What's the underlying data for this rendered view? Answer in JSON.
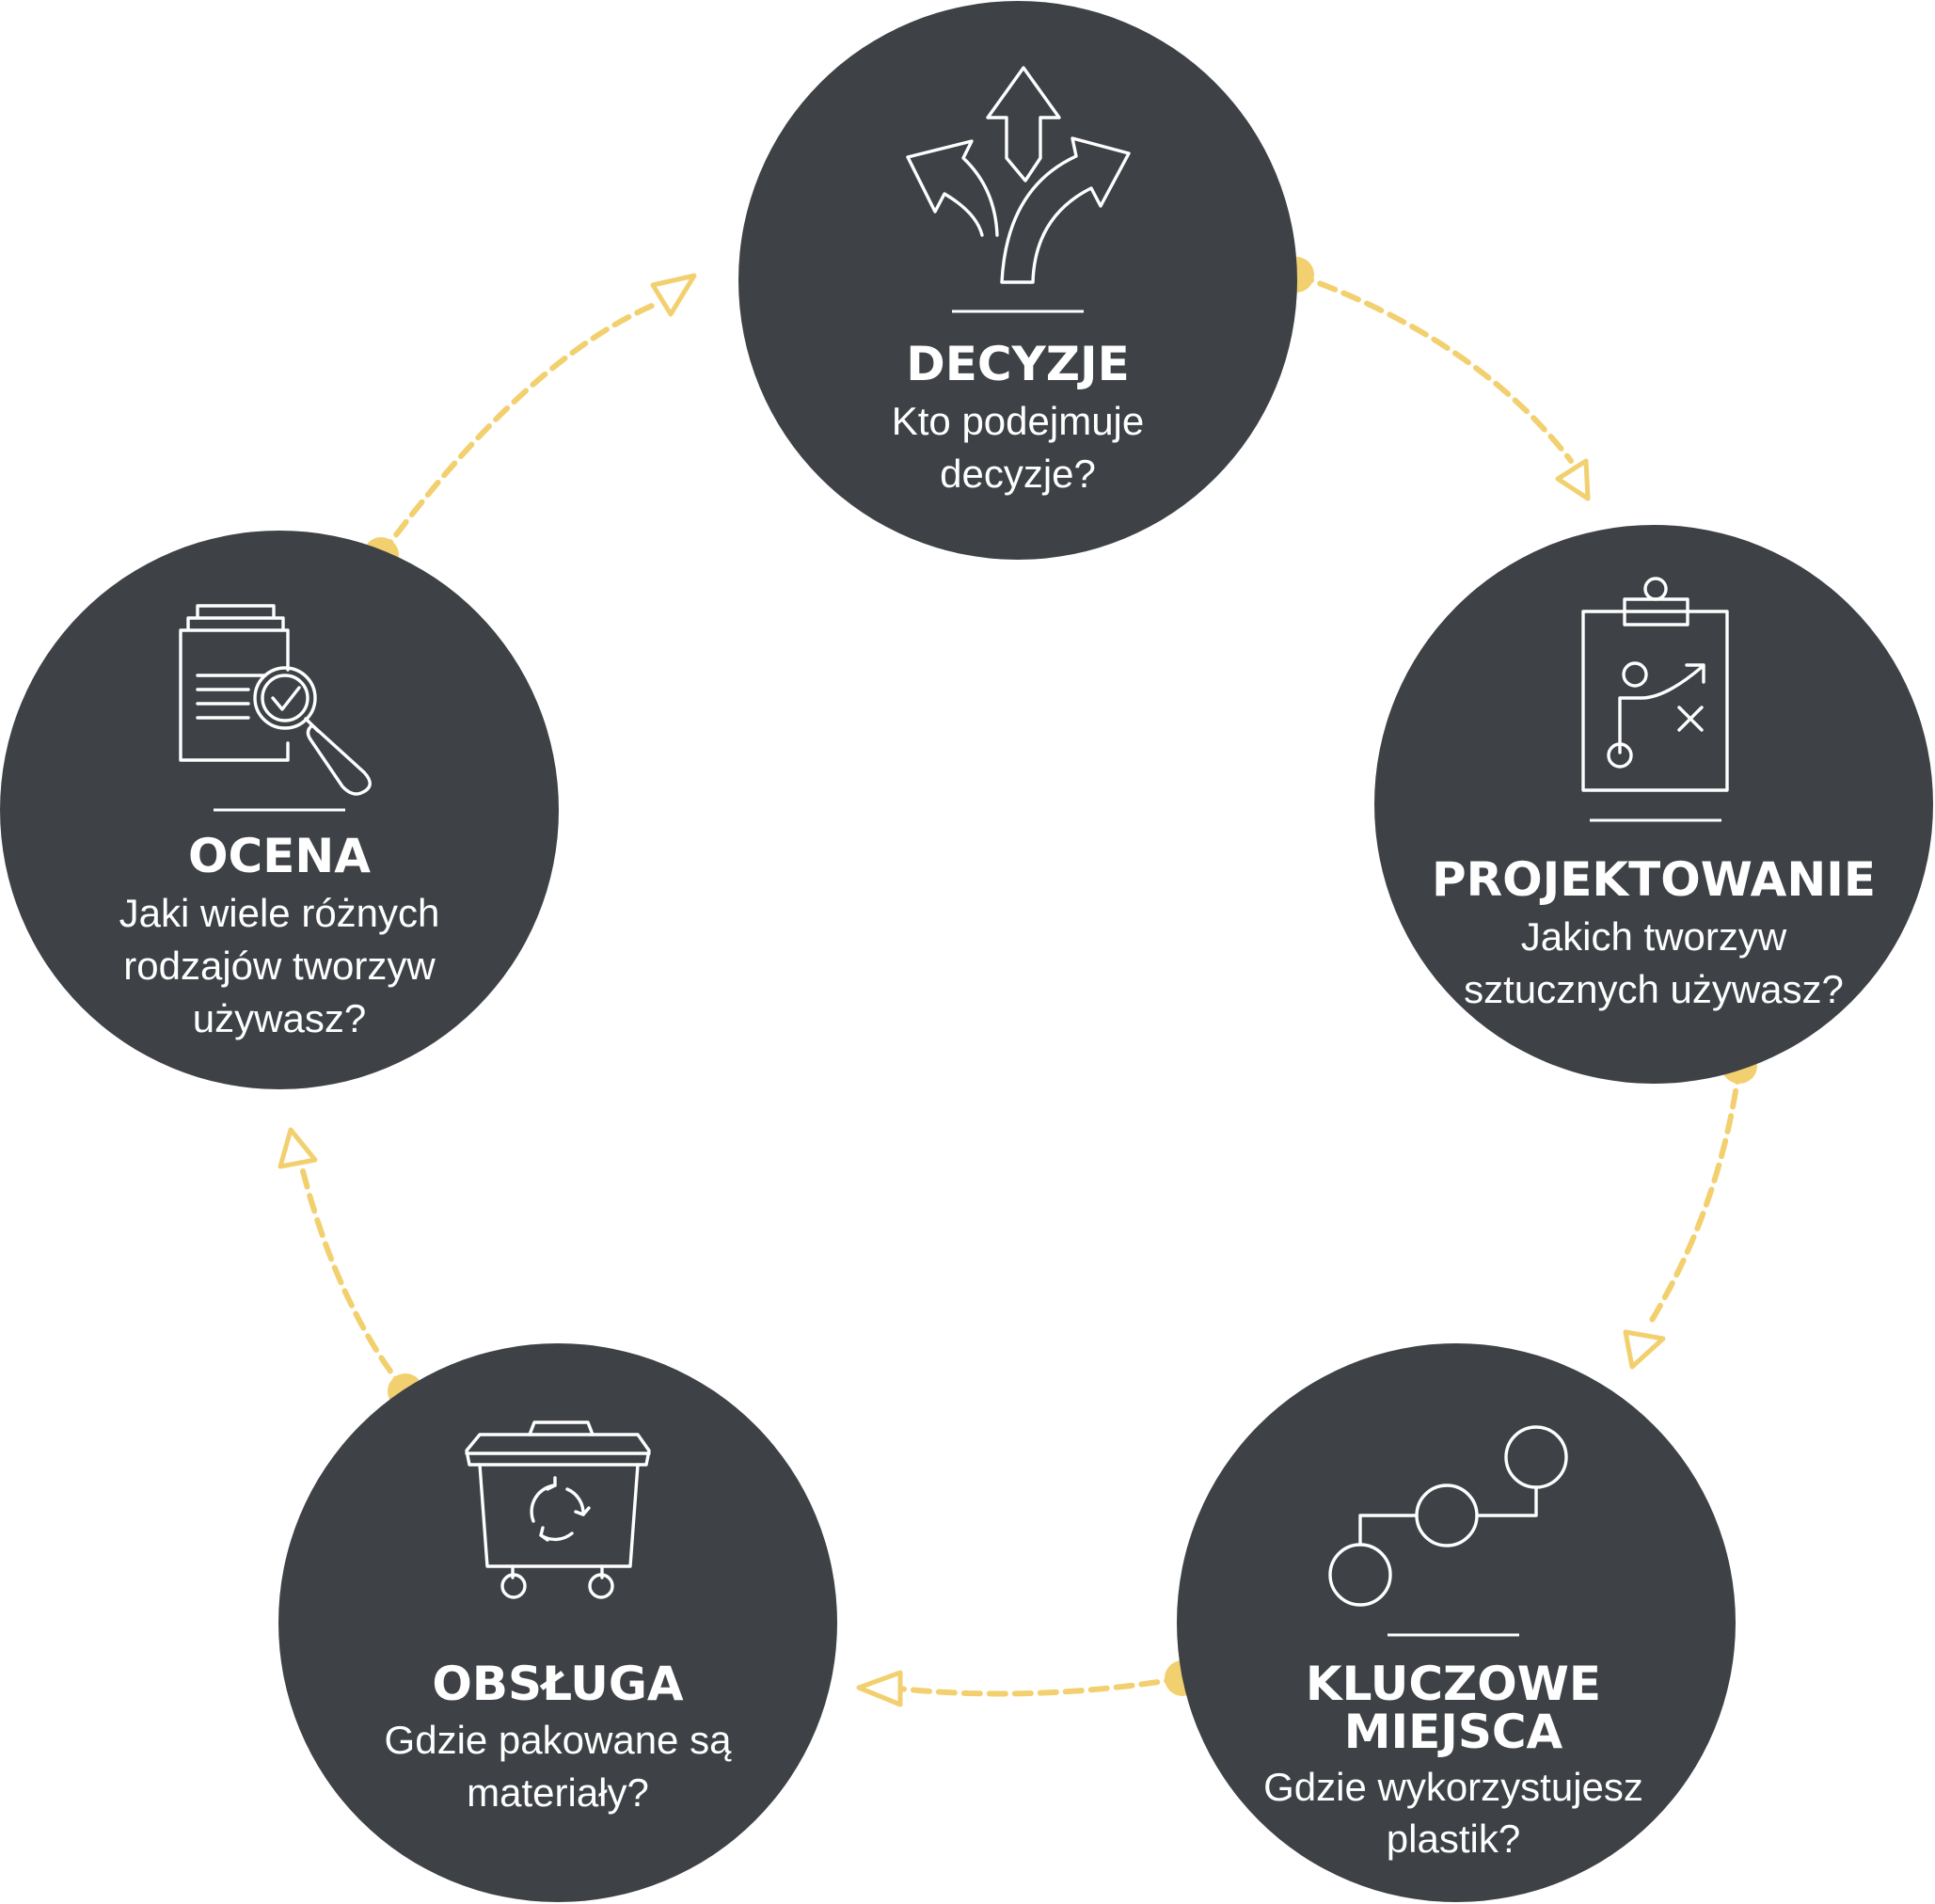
{
  "colors": {
    "circle": "#3e4246",
    "accent": "#f2d06f",
    "background": "#ffffff",
    "text": "#ffffff"
  },
  "nodes": [
    {
      "id": "decyzje",
      "icon": "crossroads-arrows-icon",
      "title": [
        "DECYZJE"
      ],
      "question": [
        "Kto podejmuje",
        "decyzje?"
      ]
    },
    {
      "id": "projektowanie",
      "icon": "clipboard-strategy-icon",
      "title": [
        "PROJEKTOWANIE"
      ],
      "question": [
        "Jakich tworzyw",
        "sztucznych używasz?"
      ]
    },
    {
      "id": "kluczowe-miejsca",
      "icon": "connected-circles-icon",
      "title": [
        "KLUCZOWE",
        "MIEJSCA"
      ],
      "question": [
        "Gdzie wykorzystujesz",
        "plastik?"
      ]
    },
    {
      "id": "obsluga",
      "icon": "recycling-bin-icon",
      "title": [
        "OBSŁUGA"
      ],
      "question": [
        "Gdzie pakowane są",
        "materiały?"
      ]
    },
    {
      "id": "ocena",
      "icon": "document-magnifier-icon",
      "title": [
        "OCENA"
      ],
      "question": [
        "Jaki wiele różnych",
        "rodzajów tworzyw",
        "używasz?"
      ]
    }
  ],
  "connectors": [
    {
      "from": "decyzje",
      "to": "projektowanie"
    },
    {
      "from": "projektowanie",
      "to": "kluczowe-miejsca"
    },
    {
      "from": "kluczowe-miejsca",
      "to": "obsluga"
    },
    {
      "from": "obsluga",
      "to": "ocena"
    },
    {
      "from": "ocena",
      "to": "decyzje"
    }
  ]
}
